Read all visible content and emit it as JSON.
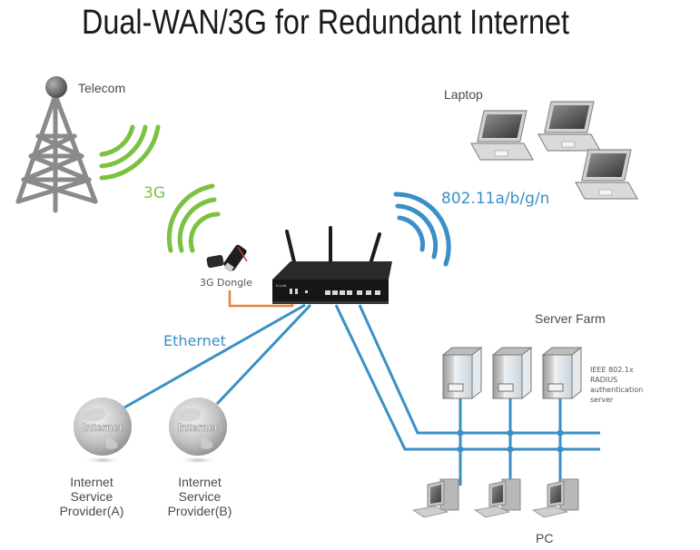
{
  "title": "Dual-WAN/3G for Redundant Internet",
  "colors": {
    "wireless_3g": "#7cc242",
    "wifi": "#3a8fc6",
    "ethernet": "#3a8fc6",
    "dongle_link": "#e8823a",
    "device_gray": "#a8a8a8",
    "router_body": "#1c1c1c"
  },
  "labels": {
    "telecom": "Telecom",
    "three_g": "3G",
    "dongle": "3G Dongle",
    "laptop": "Laptop",
    "wifi_standard": "802.11a/b/g/n",
    "ethernet": "Ethernet",
    "server_farm": "Server Farm",
    "radius": [
      "IEEE 802.1x",
      "RADIUS",
      "authentication",
      "server"
    ],
    "pc": "PC",
    "globe_text": "Internet",
    "isp_a": [
      "Internet",
      "Service",
      "Provider(A)"
    ],
    "isp_b": [
      "Internet",
      "Service",
      "Provider(B)"
    ]
  },
  "nodes": {
    "tower": {
      "name": "Telecom tower",
      "icon": "cell-tower-icon"
    },
    "router": {
      "name": "Dual-WAN router",
      "icon": "router-icon",
      "antennas": 3
    },
    "dongle": {
      "name": "3G Dongle",
      "icon": "usb-dongle-icon"
    },
    "laptops": {
      "count": 3,
      "icon": "laptop-icon"
    },
    "servers": {
      "count": 3,
      "icon": "server-icon"
    },
    "pcs": {
      "count": 3,
      "icon": "desktop-pc-icon"
    },
    "isps": {
      "count": 2,
      "icon": "internet-globe-icon"
    }
  }
}
